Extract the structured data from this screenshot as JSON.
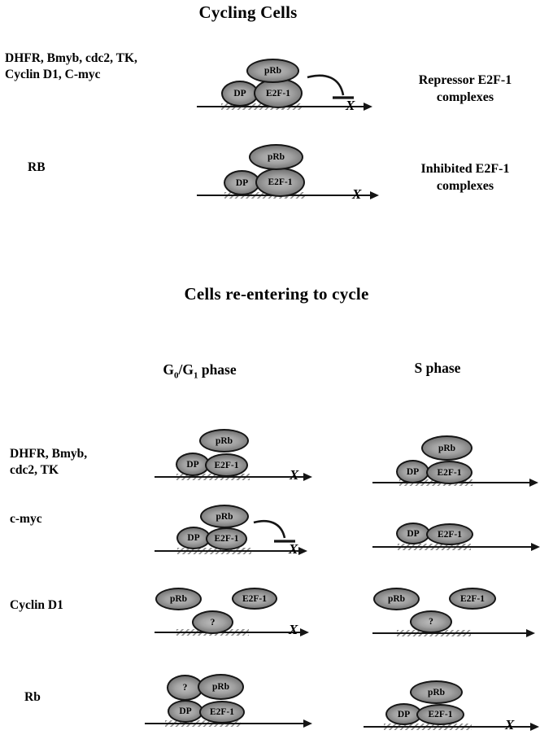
{
  "titles": {
    "top_section": "Cycling Cells",
    "bottom_section": "Cells re-entering to cycle"
  },
  "molecules": {
    "prb": "pRb",
    "dp": "DP",
    "e2f1": "E2F-1",
    "unknown": "?"
  },
  "x_mark": "X",
  "phase_headers": {
    "g0g1": {
      "g": "G",
      "sub0": "0",
      "slash_g": "/G",
      "sub1": "1",
      "phase": " phase"
    },
    "s": "S phase"
  },
  "cycling_rows": [
    {
      "gene_label_line1": "DHFR, Bmyb, cdc2, TK,",
      "gene_label_line2": "Cyclin D1, C-myc",
      "result_line1": "Repressor E2F-1",
      "result_line2": "complexes"
    },
    {
      "gene_label": "RB",
      "result_line1": "Inhibited E2F-1",
      "result_line2": "complexes"
    }
  ],
  "reentry_rows": [
    {
      "gene_label_line1": "DHFR, Bmyb,",
      "gene_label_line2": "cdc2, TK"
    },
    {
      "gene_label": "c-myc"
    },
    {
      "gene_label": "Cyclin D1"
    },
    {
      "gene_label": "Rb"
    }
  ],
  "figure": {
    "type": "diagram",
    "description": "E2F-1 promoter occupancy model on target gene promoters",
    "sections": [
      {
        "title": "Cycling Cells",
        "rows": [
          {
            "genes": "DHFR, Bmyb, cdc2, TK, Cyclin D1, C-myc",
            "promoter_complex": [
              "DP",
              "E2F-1",
              "pRb"
            ],
            "free_molecules": [],
            "inhibition_arrow": true,
            "transcription_blocked_x": true,
            "result": "Repressor E2F-1 complexes"
          },
          {
            "genes": "RB",
            "promoter_complex": [
              "DP",
              "E2F-1",
              "pRb"
            ],
            "free_molecules": [],
            "inhibition_arrow": false,
            "transcription_blocked_x": true,
            "result": "Inhibited E2F-1 complexes"
          }
        ]
      },
      {
        "title": "Cells re-entering to cycle",
        "columns": [
          "G0/G1 phase",
          "S phase"
        ],
        "rows": [
          {
            "genes": "DHFR, Bmyb, cdc2, TK",
            "g0g1": {
              "promoter_complex": [
                "DP",
                "E2F-1",
                "pRb"
              ],
              "free_molecules": [],
              "inhibition_arrow": false,
              "transcription_blocked_x": true
            },
            "s": {
              "promoter_complex": [
                "DP",
                "E2F-1",
                "pRb"
              ],
              "free_molecules": [],
              "inhibition_arrow": false,
              "transcription_blocked_x": false
            }
          },
          {
            "genes": "c-myc",
            "g0g1": {
              "promoter_complex": [
                "DP",
                "E2F-1",
                "pRb"
              ],
              "free_molecules": [],
              "inhibition_arrow": true,
              "transcription_blocked_x": true
            },
            "s": {
              "promoter_complex": [
                "DP",
                "E2F-1"
              ],
              "free_molecules": [],
              "inhibition_arrow": false,
              "transcription_blocked_x": false
            }
          },
          {
            "genes": "Cyclin D1",
            "g0g1": {
              "promoter_complex": [
                "?"
              ],
              "free_molecules": [
                "pRb",
                "E2F-1"
              ],
              "inhibition_arrow": false,
              "transcription_blocked_x": true
            },
            "s": {
              "promoter_complex": [
                "?"
              ],
              "free_molecules": [
                "pRb",
                "E2F-1"
              ],
              "inhibition_arrow": false,
              "transcription_blocked_x": false
            }
          },
          {
            "genes": "Rb",
            "g0g1": {
              "promoter_complex": [
                "DP",
                "E2F-1",
                "pRb",
                "?"
              ],
              "free_molecules": [],
              "inhibition_arrow": false,
              "transcription_blocked_x": false
            },
            "s": {
              "promoter_complex": [
                "DP",
                "E2F-1",
                "pRb"
              ],
              "free_molecules": [],
              "inhibition_arrow": false,
              "transcription_blocked_x": true
            }
          }
        ]
      }
    ]
  },
  "colors": {
    "ellipse_light": "#bcbcbc",
    "ellipse_dark": "#585858",
    "outline": "#161616",
    "dna_line": "#151515",
    "hatch": "#929292",
    "background": "#ffffff",
    "text": "#000000"
  }
}
